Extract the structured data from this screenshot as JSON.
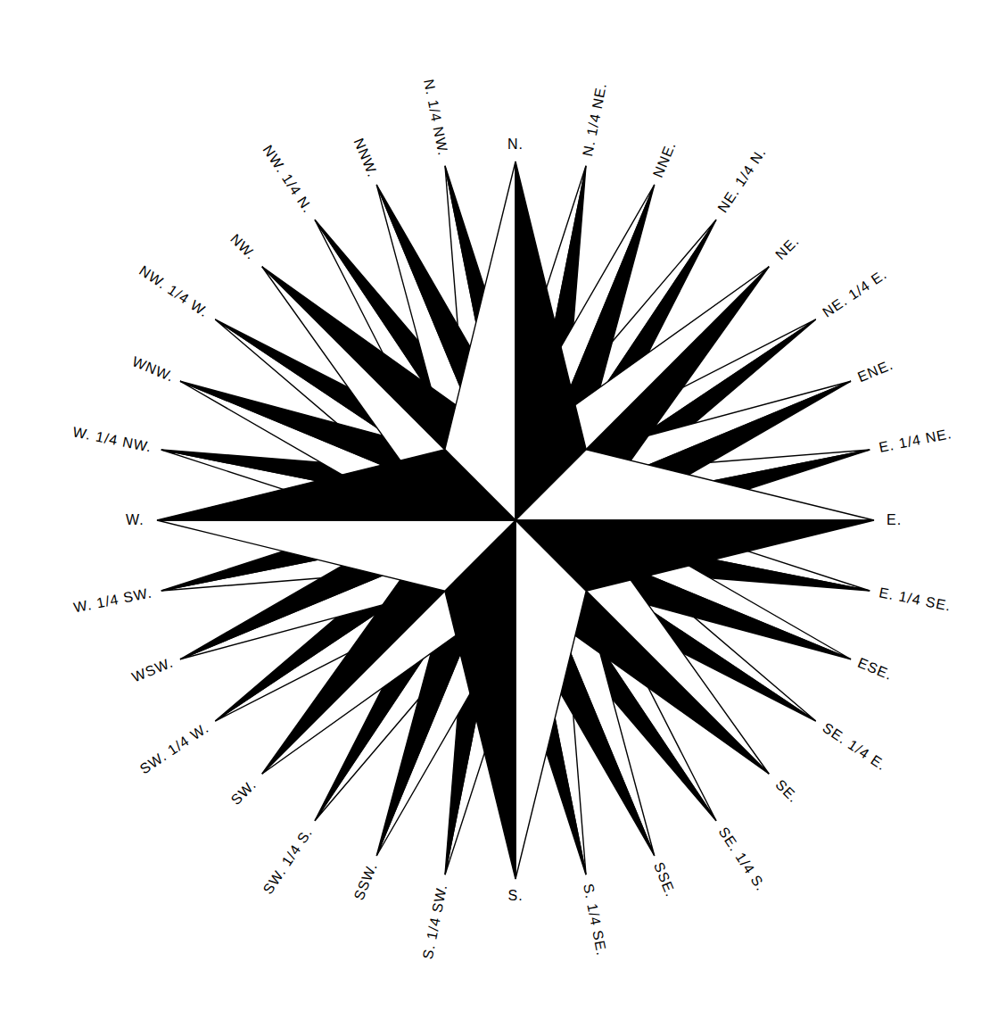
{
  "diagram": {
    "labels": [
      "N.",
      "N. 1/4 NE.",
      "NNE.",
      "NE. 1/4 N.",
      "NE.",
      "NE. 1/4 E.",
      "ENE.",
      "E. 1/4 NE.",
      "E.",
      "E. 1/4 SE.",
      "ESE.",
      "SE. 1/4 E.",
      "SE.",
      "SE. 1/4 S.",
      "SSE.",
      "S. 1/4 SE.",
      "S.",
      "S. 1/4 SW.",
      "SSW.",
      "SW. 1/4 S.",
      "SW.",
      "SW. 1/4 W.",
      "WSW.",
      "W. 1/4 SW.",
      "W.",
      "W. 1/4 NW.",
      "WNW.",
      "NW. 1/4 W.",
      "NW.",
      "NW. 1/4 N.",
      "NNW.",
      "N. 1/4 NW."
    ]
  }
}
